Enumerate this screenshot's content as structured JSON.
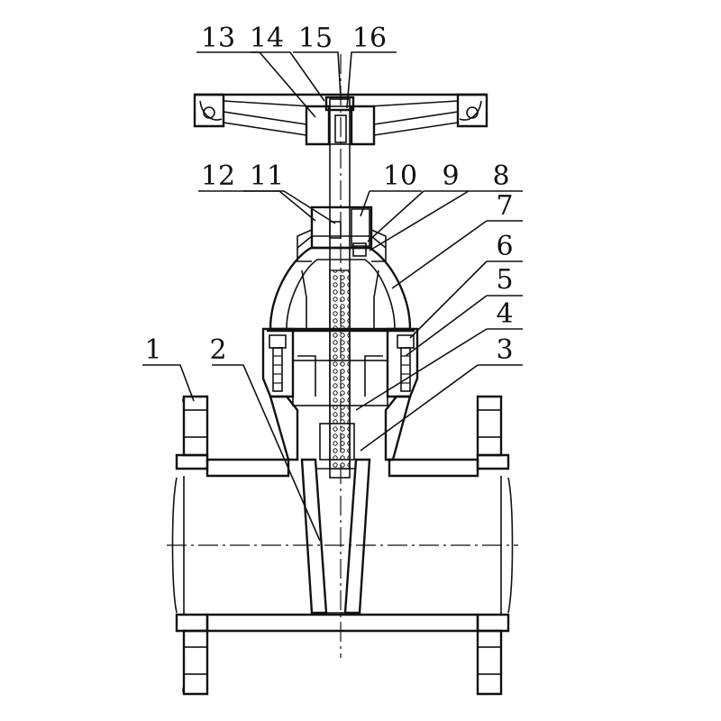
{
  "drawing": {
    "background": "#ffffff",
    "ink": "#111111",
    "callouts": [
      "1",
      "2",
      "3",
      "4",
      "5",
      "6",
      "7",
      "8",
      "9",
      "10",
      "11",
      "12",
      "13",
      "14",
      "15",
      "16"
    ]
  }
}
